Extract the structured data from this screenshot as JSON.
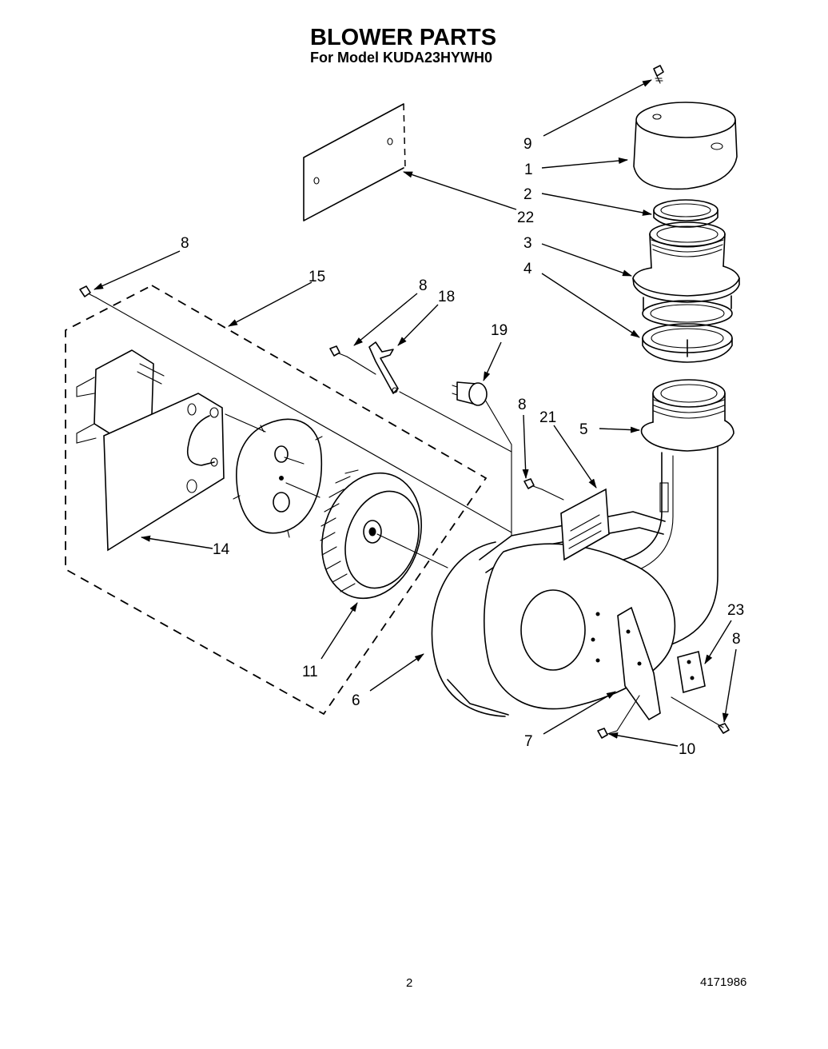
{
  "header": {
    "title": "BLOWER PARTS",
    "subtitle": "For Model KUDA23HYWH0"
  },
  "callouts": [
    {
      "part": "9"
    },
    {
      "part": "1"
    },
    {
      "part": "2"
    },
    {
      "part": "22"
    },
    {
      "part": "3"
    },
    {
      "part": "4"
    },
    {
      "part": "8"
    },
    {
      "part": "15"
    },
    {
      "part": "8"
    },
    {
      "part": "18"
    },
    {
      "part": "19"
    },
    {
      "part": "8"
    },
    {
      "part": "21"
    },
    {
      "part": "5"
    },
    {
      "part": "14"
    },
    {
      "part": "11"
    },
    {
      "part": "6"
    },
    {
      "part": "23"
    },
    {
      "part": "8"
    },
    {
      "part": "7"
    },
    {
      "part": "10"
    }
  ],
  "footer": {
    "page_number": "2",
    "document_number": "4171986"
  },
  "colors": {
    "ink": "#000000",
    "paper": "#ffffff"
  }
}
